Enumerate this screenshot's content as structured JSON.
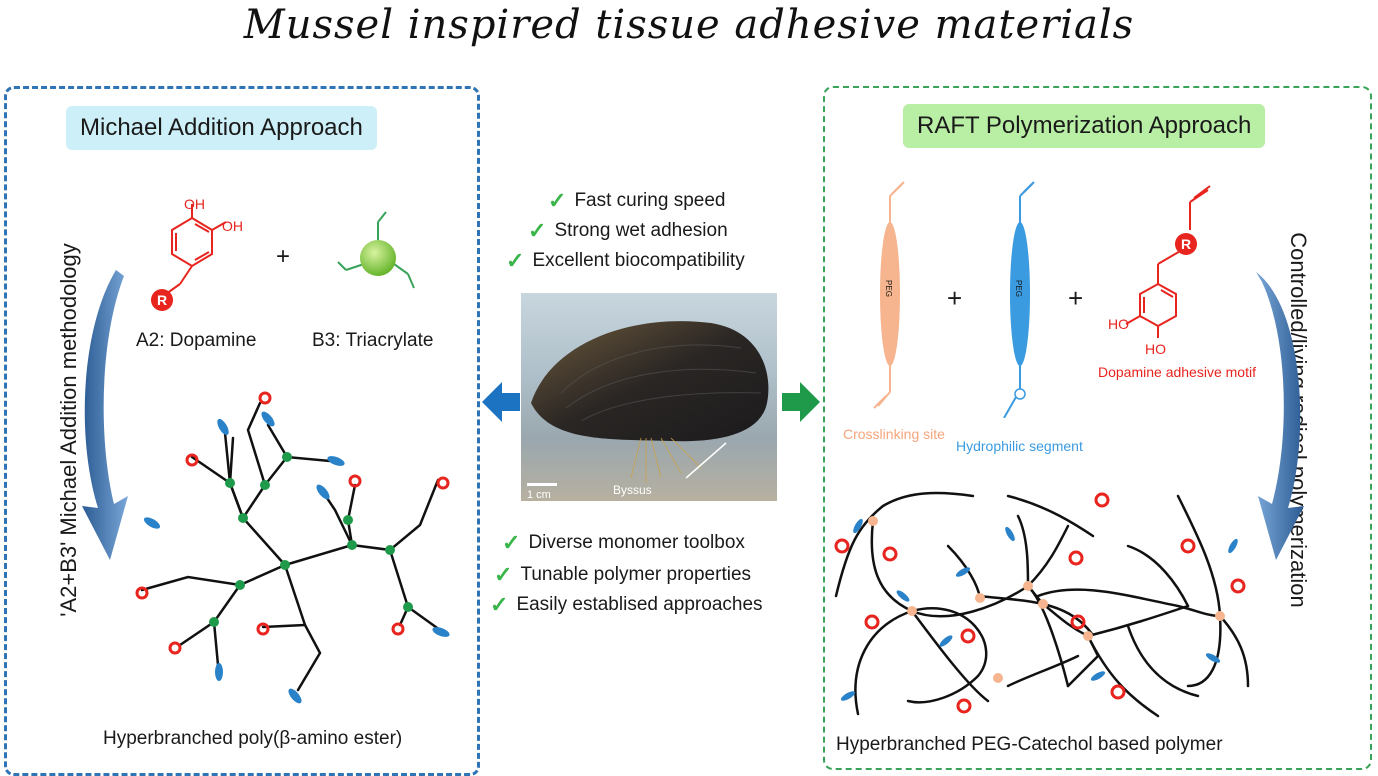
{
  "title": "Mussel inspired tissue adhesive materials",
  "left": {
    "header": "Michael Addition Approach",
    "side_label": "'A2+B3' Michael Addition methodology",
    "oh1": "OH",
    "oh2": "OH",
    "r_label": "R",
    "plus": "+",
    "a2_label": "A2: Dopamine",
    "b3_label": "B3: Triacrylate",
    "polymer_label": "Hyperbranched poly(β-amino ester)"
  },
  "center": {
    "top_features": [
      "Fast curing speed",
      "Strong wet adhesion",
      "Excellent biocompatibility"
    ],
    "bottom_features": [
      "Diverse monomer toolbox",
      "Tunable polymer properties",
      "Easily establised approaches"
    ],
    "check_glyph": "✓",
    "scale_label": "1 cm",
    "byssus_label": "Byssus"
  },
  "right": {
    "header": "RAFT Polymerization Approach",
    "side_label": "Controlled/living radical polymerization",
    "peg1": "PEG",
    "peg2": "PEG",
    "plus1": "+",
    "plus2": "+",
    "r_label": "R",
    "ho1": "HO",
    "ho2": "HO",
    "motif_label": "Dopamine adhesive motif",
    "crosslink_label": "Crosslinking site",
    "hydrophilic_label": "Hydrophilic segment",
    "polymer_label": "Hyperbranched PEG-Catechol based polymer"
  },
  "colors": {
    "left_border": "#2f74b5",
    "right_border": "#3aa35a",
    "michael_bg": "#cdeff7",
    "raft_bg": "#b9eea5",
    "red": "#e8241e",
    "green_node": "#1e9a4a",
    "blue_ellipse": "#2a82c9",
    "peach": "#f6b58f",
    "peg_blue": "#3a9be0"
  }
}
